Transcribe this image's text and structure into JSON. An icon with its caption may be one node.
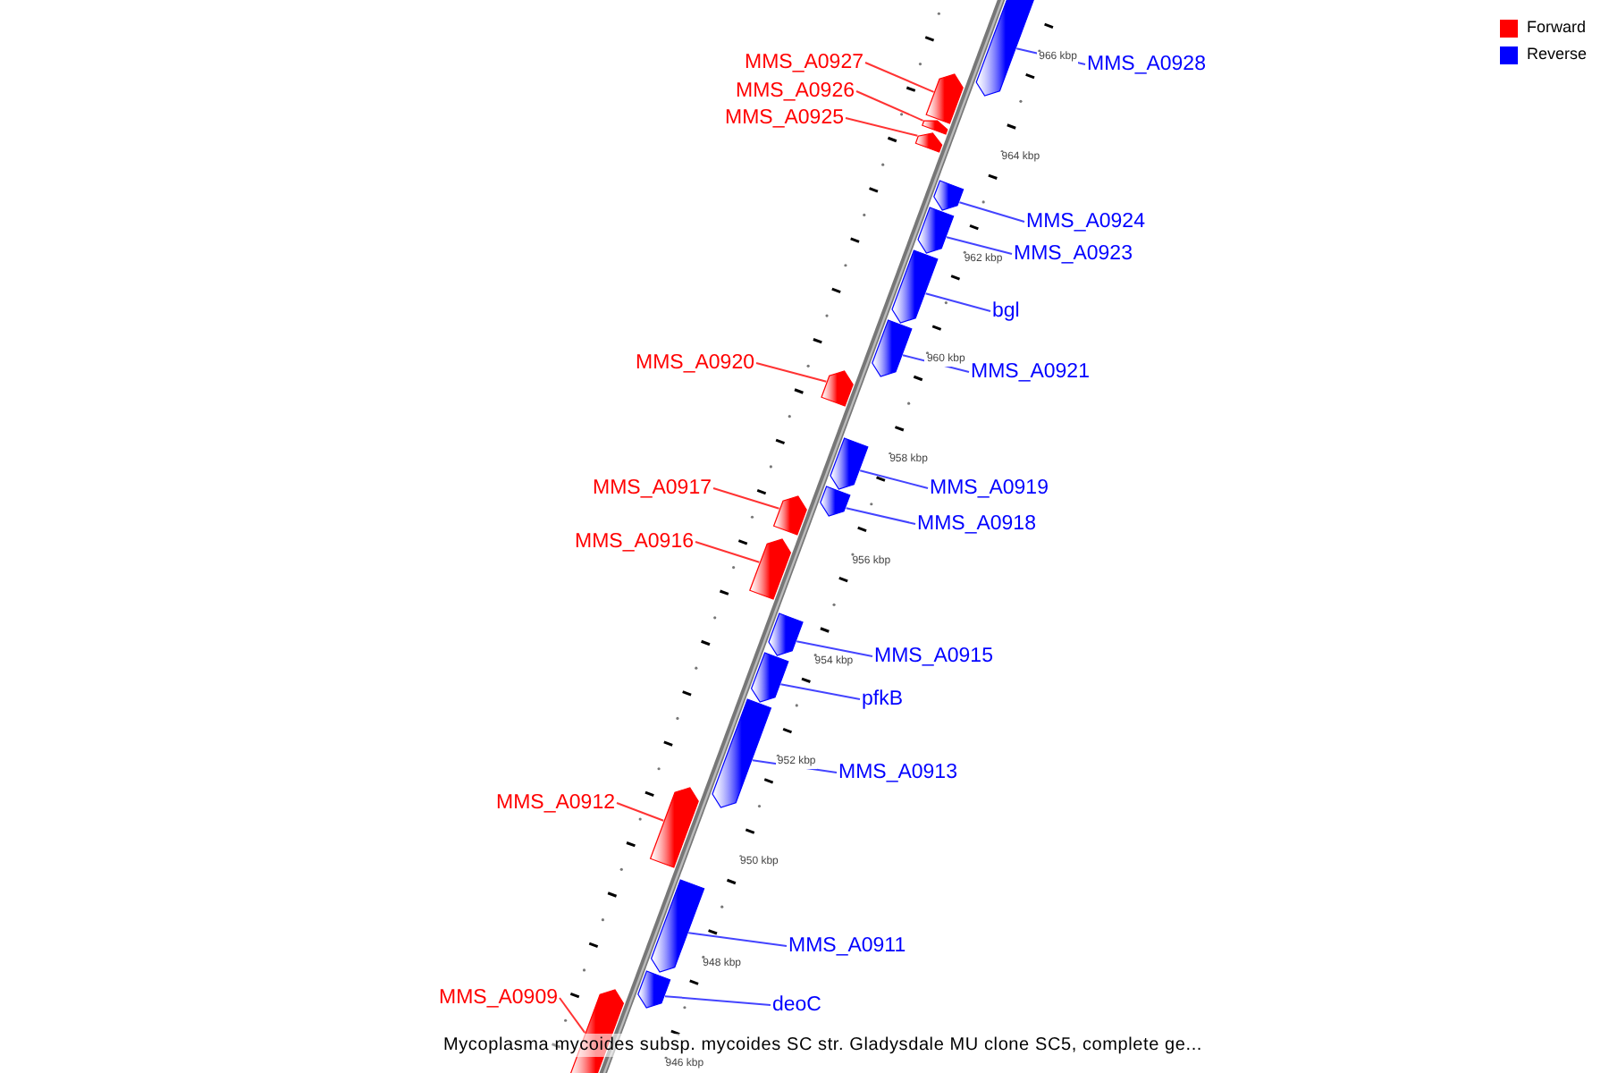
{
  "diagram": {
    "caption": "Mycoplasma mycoides subsp. mycoides SC str. Gladysdale MU clone SC5, complete ge...",
    "nodes": [
      {
        "text": [
          "MMS_A0927"
        ]
      },
      {
        "text": [],
        "shape": "pentagon"
      },
      {
        "text": [
          "MMS_A0928"
        ]
      },
      {
        "text": [],
        "shape": "pentagon"
      },
      {
        "text": [
          "MMS_A0926"
        ]
      },
      {
        "text": [],
        "shape": "pentagon"
      },
      {
        "text": [
          "MMS_A0925"
        ]
      },
      {
        "text": [],
        "shape": "pentagon"
      },
      {
        "text": [
          "MMS_A0924"
        ]
      },
      {
        "text": [],
        "shape": "pentagon"
      },
      {
        "text": [
          "MMS_A0923"
        ]
      },
      {
        "text": [],
        "shape": "pentagon"
      },
      {
        "text": [
          "bgl"
        ]
      },
      {
        "text": [],
        "shape": "pentagon"
      },
      {
        "text": [
          "MMS_A0920"
        ]
      },
      {
        "text": [],
        "shape": "pentagon"
      },
      {
        "text": [
          "MMS_A0921"
        ]
      },
      {
        "text": [],
        "shape": "pentagon"
      },
      {
        "text": [
          "MMS_A0917"
        ]
      },
      {
        "text": [],
        "shape": "pentagon"
      },
      {
        "text": [
          "MMS_A0919"
        ]
      },
      {
        "text": [],
        "shape": "pentagon"
      },
      {
        "text": [
          "MMS_A0918"
        ]
      },
      {
        "text": [],
        "shape": "pentagon"
      },
      {
        "text": [
          "MMS_A0916"
        ]
      },
      {
        "text": [],
        "shape": "pentagon"
      },
      {
        "text": [
          "MMS_A0915"
        ]
      },
      {
        "text": [],
        "shape": "pentagon"
      },
      {
        "text": [
          "pfkB"
        ]
      },
      {
        "text": [],
        "shape": "pentagon"
      },
      {
        "text": [
          "MMS_A0913"
        ]
      },
      {
        "text": [],
        "shape": "pentagon"
      },
      {
        "text": [
          "MMS_A0912"
        ]
      },
      {
        "text": [],
        "shape": "pentagon"
      },
      {
        "text": [
          "MMS_A0911"
        ]
      },
      {
        "text": [],
        "shape": "pentagon"
      },
      {
        "text": [
          "MMS_A0909"
        ]
      },
      {
        "text": [],
        "shape": "pentagon"
      },
      {
        "text": [
          "deoC"
        ]
      },
      {
        "text": [],
        "shape": "pentagon"
      }
    ],
    "edges": [
      {
        "from": 0,
        "to": 1,
        "arrow": "none",
        "color": "#ff3333"
      },
      {
        "from": 2,
        "to": 3,
        "arrow": "none"
      },
      {
        "from": 4,
        "to": 5,
        "arrow": "none",
        "color": "#ff3333"
      },
      {
        "from": 6,
        "to": 7,
        "arrow": "none",
        "color": "#ff3333"
      },
      {
        "from": 8,
        "to": 9,
        "arrow": "none"
      },
      {
        "from": 10,
        "to": 11,
        "arrow": "none"
      },
      {
        "from": 12,
        "to": 13,
        "arrow": "none"
      },
      {
        "from": 14,
        "to": 15,
        "arrow": "none",
        "color": "#ff3333"
      },
      {
        "from": 16,
        "to": 17,
        "arrow": "none"
      },
      {
        "from": 18,
        "to": 19,
        "arrow": "none",
        "color": "#ff3333"
      },
      {
        "from": 20,
        "to": 21,
        "arrow": "none"
      },
      {
        "from": 22,
        "to": 23,
        "arrow": "none"
      },
      {
        "from": 24,
        "to": 25,
        "arrow": "none",
        "color": "#ff3333"
      },
      {
        "from": 26,
        "to": 27,
        "arrow": "none"
      },
      {
        "from": 28,
        "to": 29,
        "arrow": "none"
      },
      {
        "from": 30,
        "to": 31,
        "arrow": "none"
      },
      {
        "from": 32,
        "to": 33,
        "arrow": "none",
        "color": "#ff3333"
      },
      {
        "from": 34,
        "to": 35,
        "arrow": "none"
      },
      {
        "from": 36,
        "to": 37,
        "arrow": "none",
        "color": "#ff3333"
      },
      {
        "from": 38,
        "to": 39,
        "arrow": "none"
      }
    ],
    "labels": [
      "966 kbp",
      "964 kbp",
      "962 kbp",
      "960 kbp",
      "958 kbp",
      "956 kbp",
      "954 kbp",
      "952 kbp",
      "950 kbp",
      "948 kbp",
      "946 kbp"
    ],
    "legend": [
      {
        "text": "Forward",
        "color": "#ff0000"
      },
      {
        "text": "Reverse",
        "color": "#0000ff"
      }
    ]
  }
}
